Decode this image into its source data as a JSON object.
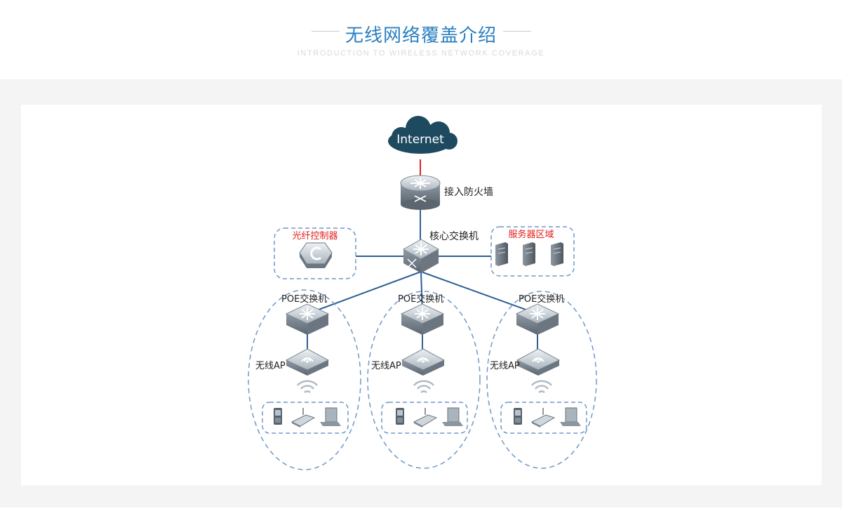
{
  "header": {
    "title": "无线网络覆盖介绍",
    "subtitle": "INTRODUCTION TO WIRELESS NETWORK COVERAGE"
  },
  "diagram": {
    "internet": "Internet",
    "firewall": "接入防火墙",
    "core_switch": "核心交换机",
    "controller": "光纤控制器",
    "servers": "服务器区域",
    "poe_groups": [
      {
        "switch": "POE交换机",
        "ap": "无线AP"
      },
      {
        "switch": "POE交换机",
        "ap": "无线AP"
      },
      {
        "switch": "POE交换机",
        "ap": "无线AP"
      }
    ]
  },
  "colors": {
    "title": "#2a7fc1",
    "link": "#2f5f96",
    "uplink": "#e0201f",
    "red_label": "#e0201f",
    "cloud": "#1e4a60"
  }
}
